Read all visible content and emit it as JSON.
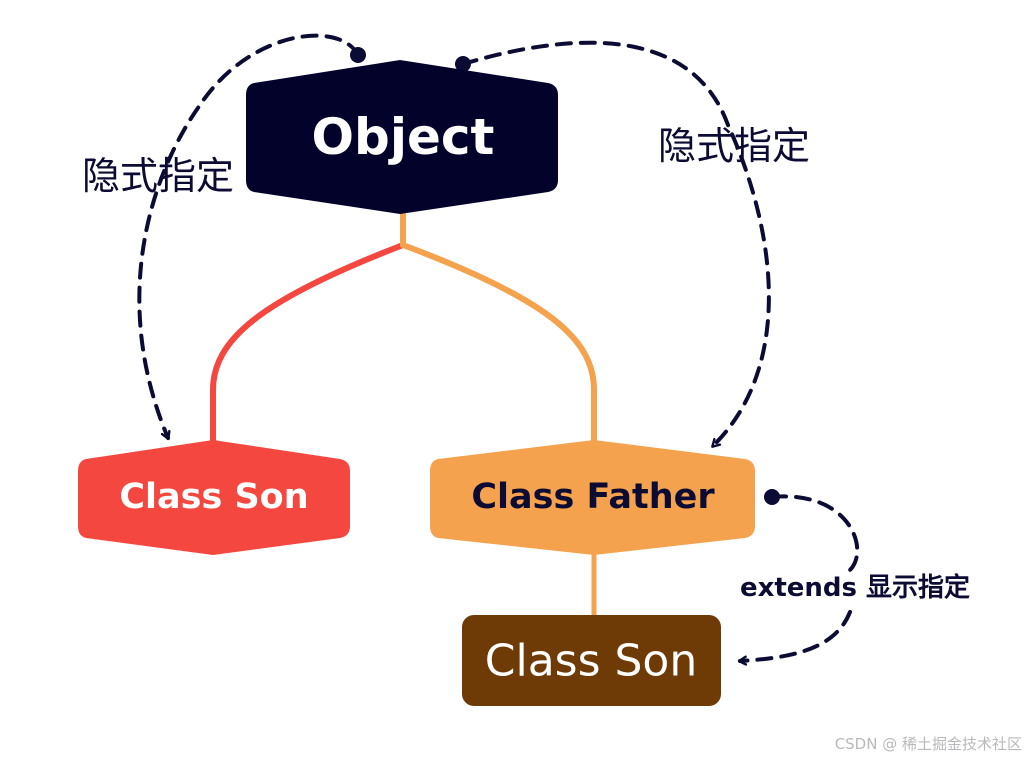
{
  "nodes": {
    "object": {
      "label": "Object"
    },
    "class_son_left": {
      "label": "Class Son"
    },
    "class_father": {
      "label": "Class Father"
    },
    "class_son_bottom": {
      "label": "Class Son"
    }
  },
  "labels": {
    "implicit_left": "隐式指定",
    "implicit_right": "隐式指定",
    "explicit": "extends 显示指定"
  },
  "watermark": "CSDN @ 稀土掘金技术社区",
  "colors": {
    "object_fill": "#02022b",
    "son_left_fill": "#f4473f",
    "father_fill": "#f5a24e",
    "son_bottom_fill": "#6e3a06",
    "connector_red": "#f4473f",
    "connector_orange": "#f5a24e",
    "dashed_arrow": "#0b0b33",
    "text_dark": "#0b0b33",
    "text_light": "#ffffff"
  }
}
